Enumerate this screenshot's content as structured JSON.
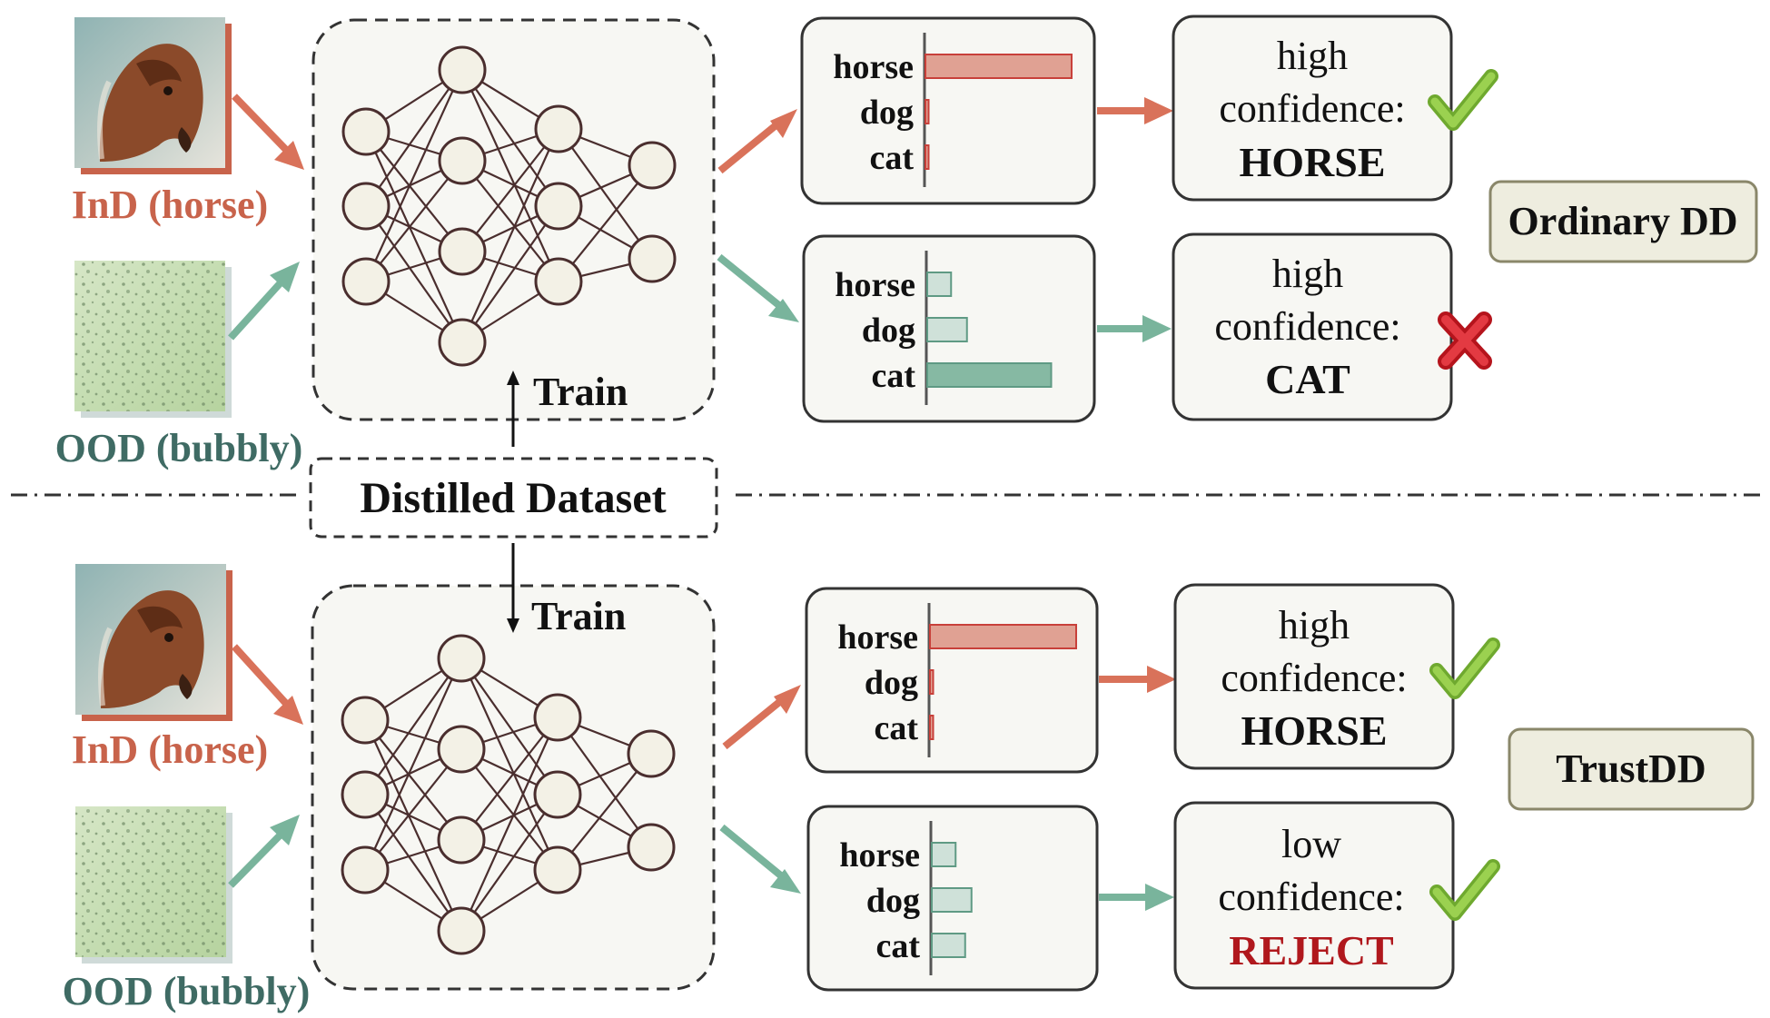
{
  "colors": {
    "ind": "#c8634b",
    "ind_bar_fill": "#e0a193",
    "ood": "#3f6b64",
    "ood_arrow": "#79b49c",
    "ood_bar_fill": "#cfe1d9",
    "ood_bar_strong": "#86b9a3",
    "check": "#8cc63f",
    "cross": "#d9232e",
    "reject": "#b0181d",
    "tag_fill": "#eeeddf",
    "tag_stroke": "#8a876a",
    "net_node": "#f3f1e6",
    "net_edge": "#4a2e2e"
  },
  "icons": [
    "horse-image",
    "bubbly-texture-image",
    "check-icon",
    "cross-icon"
  ],
  "inputs": {
    "ind_label": "InD (horse)",
    "ood_label": "OOD (bubbly)"
  },
  "train_label": "Train",
  "distilled_dataset_label": "Distilled Dataset",
  "classes": [
    "horse",
    "dog",
    "cat"
  ],
  "top": {
    "tag": "Ordinary DD",
    "ind_prediction": {
      "probabilities": [
        0.92,
        0.02,
        0.02
      ],
      "line1": "high",
      "line2": "confidence:",
      "verdict": "HORSE",
      "correct": true
    },
    "ood_prediction": {
      "probabilities": [
        0.15,
        0.25,
        0.78
      ],
      "line1": "high",
      "line2": "confidence:",
      "verdict": "CAT",
      "correct": false
    }
  },
  "bottom": {
    "tag": "TrustDD",
    "ind_prediction": {
      "probabilities": [
        0.92,
        0.02,
        0.02
      ],
      "line1": "high",
      "line2": "confidence:",
      "verdict": "HORSE",
      "correct": true
    },
    "ood_prediction": {
      "probabilities": [
        0.15,
        0.25,
        0.21
      ],
      "line1": "low",
      "line2": "confidence:",
      "verdict": "REJECT",
      "correct": true
    }
  }
}
